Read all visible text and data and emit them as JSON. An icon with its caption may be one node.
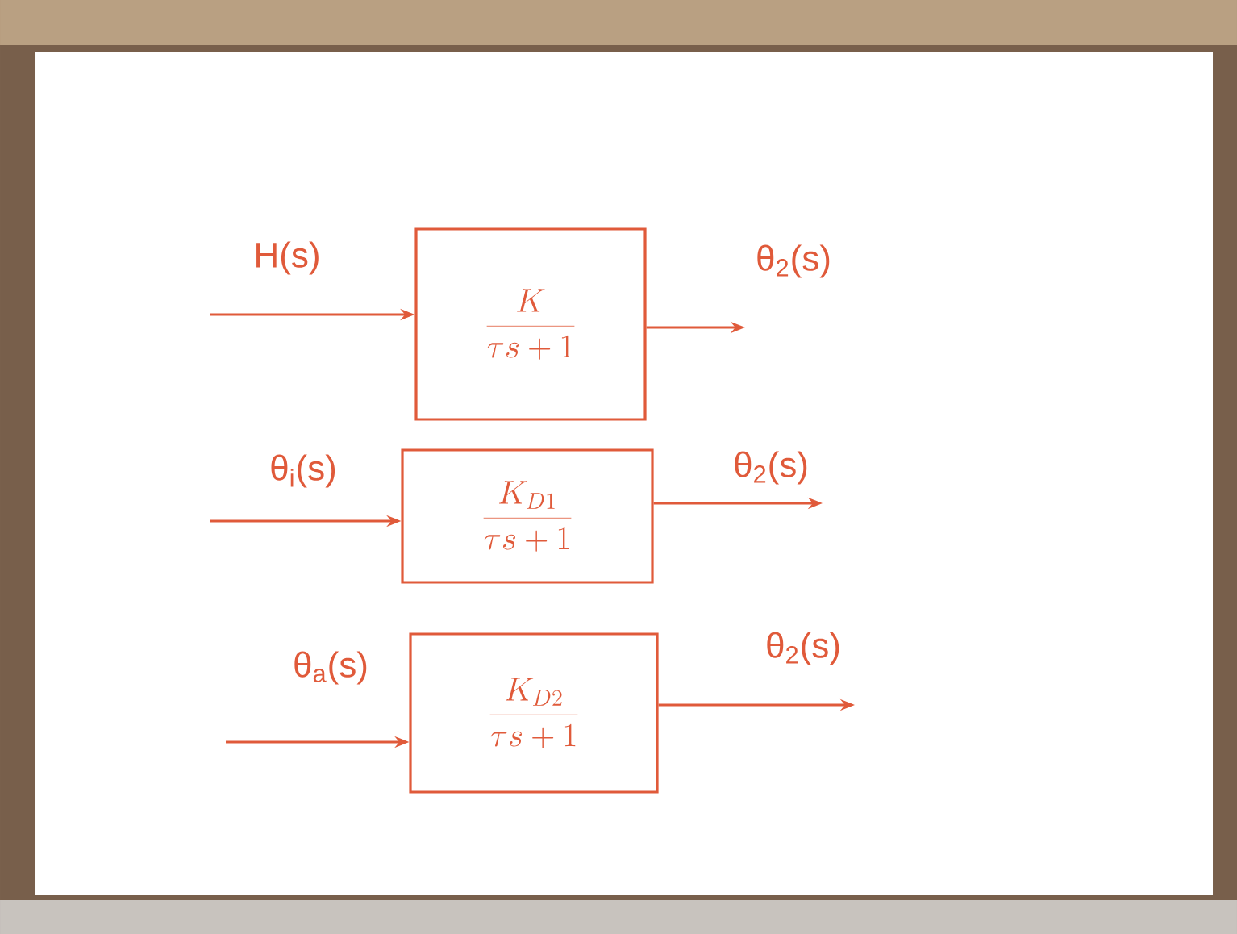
{
  "diagram": {
    "nodes": [
      {
        "text": [
          "\\frac{K}{\\tau s+1}"
        ]
      },
      {
        "text": [
          "\\frac{K_{D1}}{\\tau s+1}"
        ]
      },
      {
        "text": [
          "\\frac{K_{D2}}{\\tau s+1}"
        ]
      }
    ],
    "edges": [
      {
        "from": null,
        "to": 0,
        "arrow": "to",
        "label": "H(s)"
      },
      {
        "from": 0,
        "to": null,
        "arrow": "to",
        "label": "θ$_{2}$(s)"
      },
      {
        "from": null,
        "to": 1,
        "arrow": "to",
        "label": "θ$_{i}$(s)"
      },
      {
        "from": 1,
        "to": null,
        "arrow": "to",
        "label": "θ$_{2}$(s)"
      },
      {
        "from": null,
        "to": 2,
        "arrow": "to",
        "label": "θ$_{a}$(s)"
      },
      {
        "from": 2,
        "to": null,
        "arrow": "to",
        "label": "θ$_{2}$(s)"
      }
    ]
  }
}
